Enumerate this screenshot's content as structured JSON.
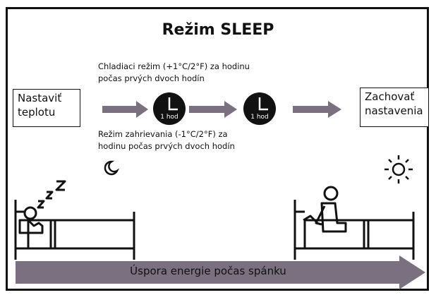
{
  "title": "Režim SLEEP",
  "set_temp_box": {
    "line1": "Nastaviť",
    "line2": "teplotu"
  },
  "keep_settings_box": {
    "line1": "Zachovať",
    "line2": "nastavenia"
  },
  "cooling_note": {
    "line1": "Chladiaci režim (+1°C/2°F) za hodinu",
    "line2": "počas prvých dvoch hodín"
  },
  "heating_note": {
    "line1": "Režim zahrievania (-1°C/2°F) za",
    "line2": "hodinu počas prvých dvoch hodín"
  },
  "clocks": [
    {
      "label": "1 hod"
    },
    {
      "label": "1 hod"
    }
  ],
  "bottom_arrow_label": "Úspora energie počas spánku",
  "colors": {
    "arrow": "#7b7080",
    "clock_face": "#111111",
    "frame": "#111111"
  },
  "icons": [
    "moon-icon",
    "sun-icon",
    "zzz-icon",
    "sleeping-person-icon",
    "sitting-person-icon"
  ]
}
